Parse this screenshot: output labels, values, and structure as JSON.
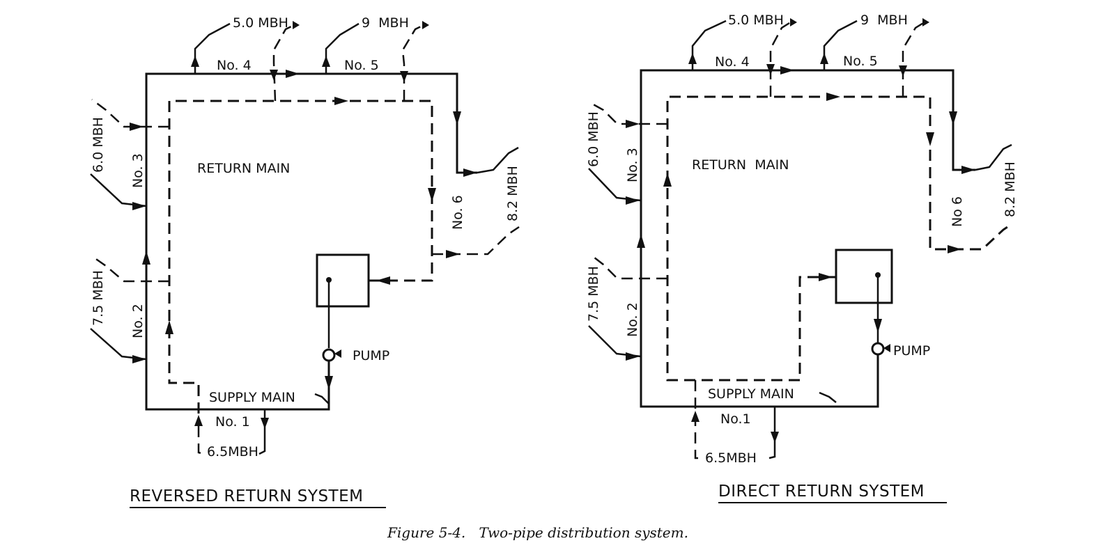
{
  "figure_caption": "Figure 5-4.   Two-pipe distribution system.",
  "left_diagram": {
    "title": "REVERSED RETURN SYSTEM",
    "return_main_label": "RETURN MAIN",
    "supply_main_label": "SUPPLY MAIN",
    "pump_label": "PUMP",
    "units": [
      {
        "name": "No. 1",
        "load": "6.5MBH"
      },
      {
        "name": "No. 2",
        "load": "7.5 MBH"
      },
      {
        "name": "No. 3",
        "load": "6.0 MBH"
      },
      {
        "name": "No. 4",
        "load": "5.0 MBH"
      },
      {
        "name": "No. 5",
        "load": "9  MBH"
      },
      {
        "name": "No. 6",
        "load": "8.2 MBH"
      }
    ]
  },
  "right_diagram": {
    "title": "DIRECT RETURN SYSTEM",
    "return_main_label": "RETURN  MAIN",
    "supply_main_label": "SUPPLY MAIN",
    "pump_label": "PUMP",
    "units": [
      {
        "name": "No.1",
        "load": "6.5MBH"
      },
      {
        "name": "No. 2",
        "load": "7.5 MBH"
      },
      {
        "name": "No. 3",
        "load": "6.0 MBH"
      },
      {
        "name": "No. 4",
        "load": "5.0 MBH"
      },
      {
        "name": "No. 5",
        "load": "9  MBH"
      },
      {
        "name": "No 6",
        "load": "8.2 MBH"
      }
    ]
  }
}
